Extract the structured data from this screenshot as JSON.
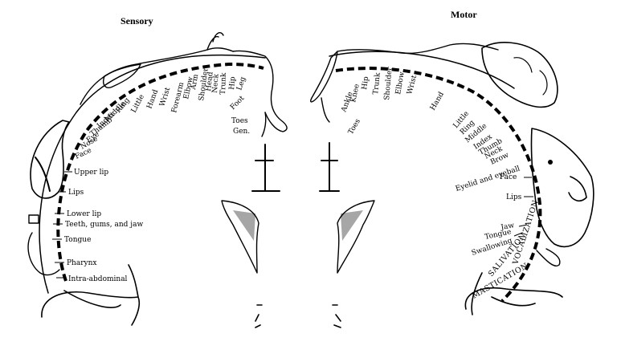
{
  "sensory": {
    "title": "Sensory",
    "labels": [
      "Pharynx",
      "Intra-abdominal",
      "Tongue",
      "Teeth, gums, and jaw",
      "Lower lip",
      "Lips",
      "Upper lip",
      "Face",
      "Nose",
      "Eye",
      "Thumb",
      "Index",
      "Middle",
      "Ring",
      "Little",
      "Hand",
      "Wrist",
      "Forearm",
      "Elbow",
      "Arm",
      "Shoulder",
      "Head",
      "Neck",
      "Trunk",
      "Hip",
      "Leg",
      "Foot",
      "Toes",
      "Gen."
    ]
  },
  "motor": {
    "title": "Motor",
    "labels": [
      "Toes",
      "Ankle",
      "Knee",
      "Hip",
      "Trunk",
      "Shoulder",
      "Elbow",
      "Wrist",
      "Hand",
      "Little",
      "Ring",
      "Middle",
      "Index",
      "Thumb",
      "Neck",
      "Brow",
      "Eyelid and eyeball",
      "Face",
      "Lips",
      "Jaw",
      "Tongue",
      "Swallowing"
    ],
    "arc_labels": [
      "MASTICATION",
      "SALIVATION",
      "VOCALIZATION"
    ]
  }
}
